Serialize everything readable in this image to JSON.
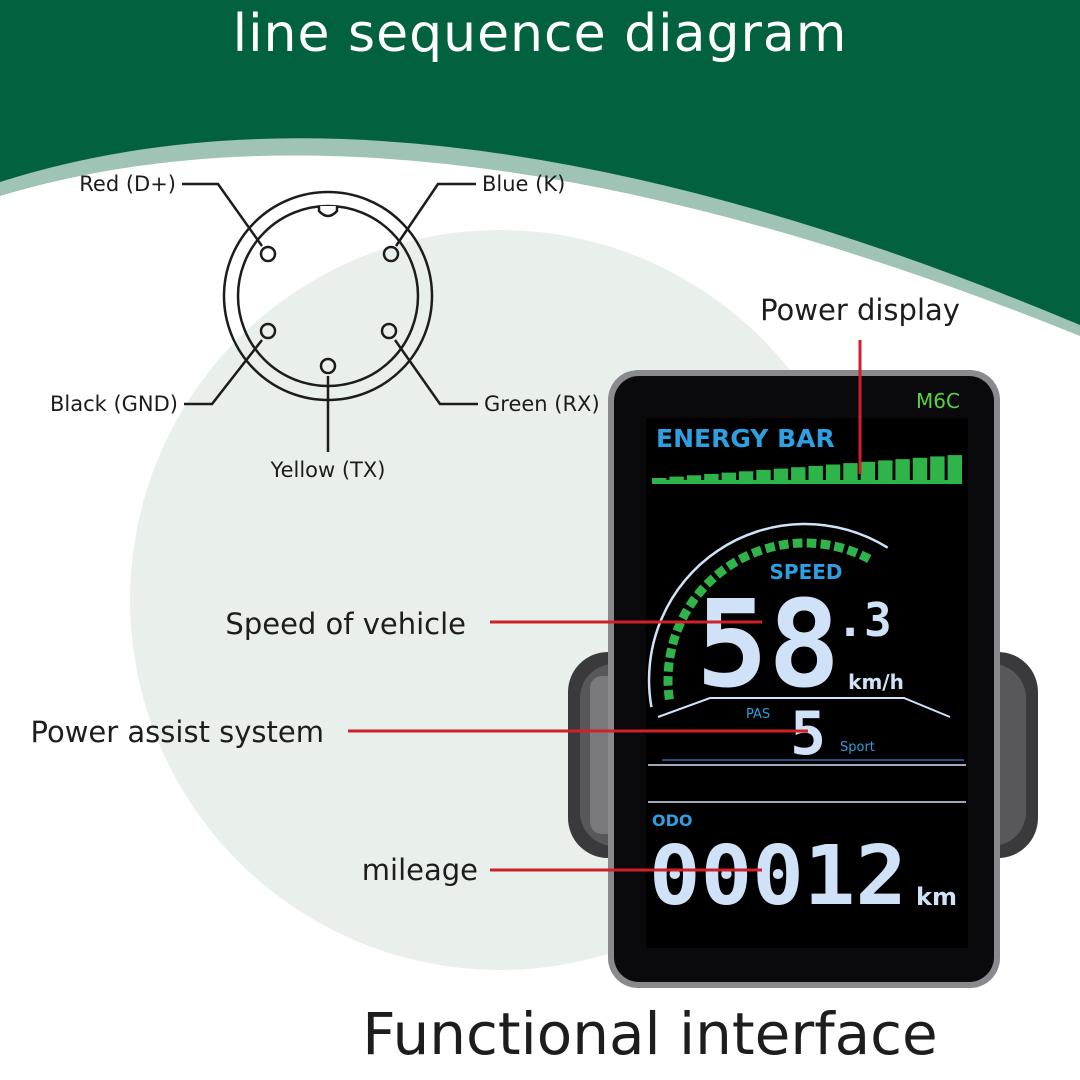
{
  "header": {
    "title": "line sequence diagram"
  },
  "connector": {
    "pins": [
      {
        "id": "red",
        "label": "Red (D+)"
      },
      {
        "id": "blue",
        "label": "Blue (K)"
      },
      {
        "id": "black",
        "label": "Black (GND)"
      },
      {
        "id": "green",
        "label": "Green (RX)"
      },
      {
        "id": "yellow",
        "label": "Yellow (TX)"
      }
    ]
  },
  "callouts": {
    "power_display": "Power display",
    "speed": "Speed of vehicle",
    "pas": "Power assist system",
    "mileage": "mileage"
  },
  "display": {
    "model": "M6C",
    "energy_label": "ENERGY BAR",
    "speed_label": "SPEED",
    "speed_int": "58",
    "speed_dec": ".3",
    "speed_unit": "km/h",
    "pas_label": "PAS",
    "pas_level": "5",
    "pas_mode": "Sport",
    "odo_label": "ODO",
    "odo_value": "00012",
    "odo_unit": "km",
    "energy_level": 1.0
  },
  "footer": {
    "title": "Functional interface"
  },
  "colors": {
    "header_green": "#02623f",
    "accent_band": "#9fc3b4",
    "circle_bg": "#e9f0ec",
    "screen_blue": "#cfe2f7",
    "label_blue": "#2e9fe0",
    "bar_green": "#2fb44a",
    "model_green": "#59d33d",
    "callout_red": "#d0202a"
  }
}
